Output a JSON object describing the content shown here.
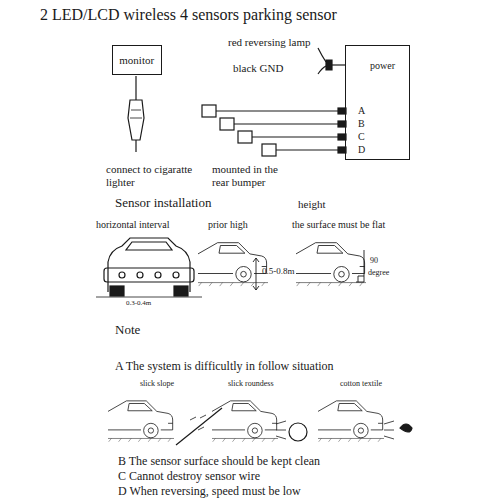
{
  "diagram": {
    "title": "2 LED/LCD wireless 4 sensors parking sensor",
    "nodes": [
      {
        "text": [
          "monitor"
        ]
      },
      {
        "text": [
          "power",
          "A",
          "B",
          "C",
          "D"
        ]
      }
    ],
    "labels": [
      "red reversing lamp",
      "black GND",
      "connect to cigaratte lighter",
      "mounted in the rear bumper",
      "Sensor installation",
      "height",
      "horizontal interval",
      "prior high",
      "the surface must be flat",
      "0.3-0.4m",
      "0.5-0.8m",
      "90",
      "degree",
      "Note",
      "A The system is difficultly in follow situation",
      "slick slope",
      "slick roundess",
      "cotton textile",
      "B The sensor surface should be kept clean",
      "C Cannot destroy sensor wire",
      "D When reversing, speed must be low"
    ]
  }
}
